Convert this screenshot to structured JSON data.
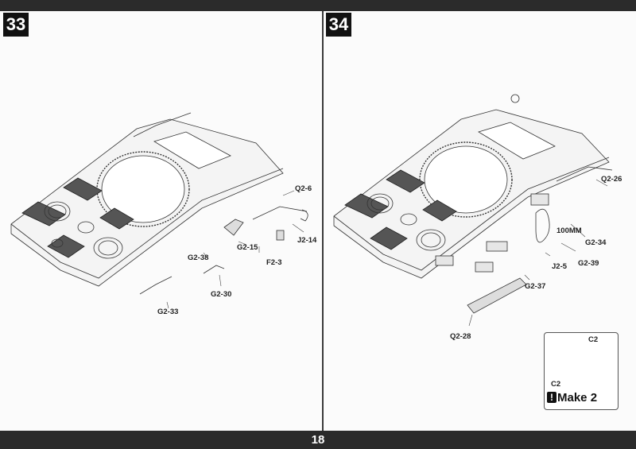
{
  "page_number": "18",
  "steps": [
    {
      "number": "33",
      "labels": {
        "q2_6": "Q2-6",
        "j2_14": "J2-14",
        "f2_3": "F2-3",
        "g2_15": "G2-15",
        "g2_38": "G2-38",
        "g2_30": "G2-30",
        "g2_33": "G2-33"
      }
    },
    {
      "number": "34",
      "labels": {
        "q2_26": "Q2-26",
        "mm100": "100MM",
        "g2_34": "G2-34",
        "g2_39": "G2-39",
        "j2_5": "J2-5",
        "g2_37": "G2-37",
        "q2_28": "Q2-28"
      },
      "callout": {
        "c2_top": "C2",
        "c2_bottom": "C2",
        "make_text": "Make 2",
        "icon": "exclamation-icon"
      }
    }
  ]
}
